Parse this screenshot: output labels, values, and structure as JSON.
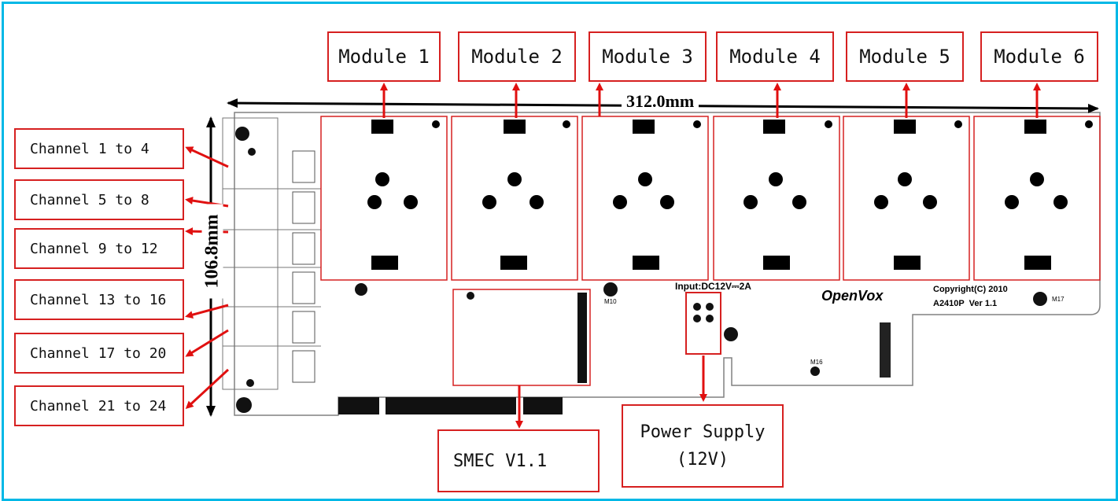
{
  "modules": [
    "Module 1",
    "Module 2",
    "Module 3",
    "Module 4",
    "Module 5",
    "Module 6"
  ],
  "channels": [
    "Channel 1 to 4",
    "Channel 5 to 8",
    "Channel 9 to 12",
    "Channel 13 to 16",
    "Channel 17 to 20",
    "Channel 21 to 24"
  ],
  "smec_label": "SMEC V1.1",
  "power_supply": {
    "line1": "Power Supply",
    "line2": "(12V)"
  },
  "dimensions": {
    "width": "312.0mm",
    "height": "106.8mm"
  },
  "board": {
    "input_label": "Input:DC12V⎓2A",
    "brand": "OpenVox",
    "copyright": "Copyright(C) 2010",
    "model": "A2410P  Ver 1.1",
    "marks": {
      "m10": "M10",
      "m16": "M16",
      "m17": "M17"
    }
  },
  "colors": {
    "frame": "#00b8e6",
    "label_border": "#d62020",
    "arrow": "#e01010",
    "board": "#808080"
  }
}
